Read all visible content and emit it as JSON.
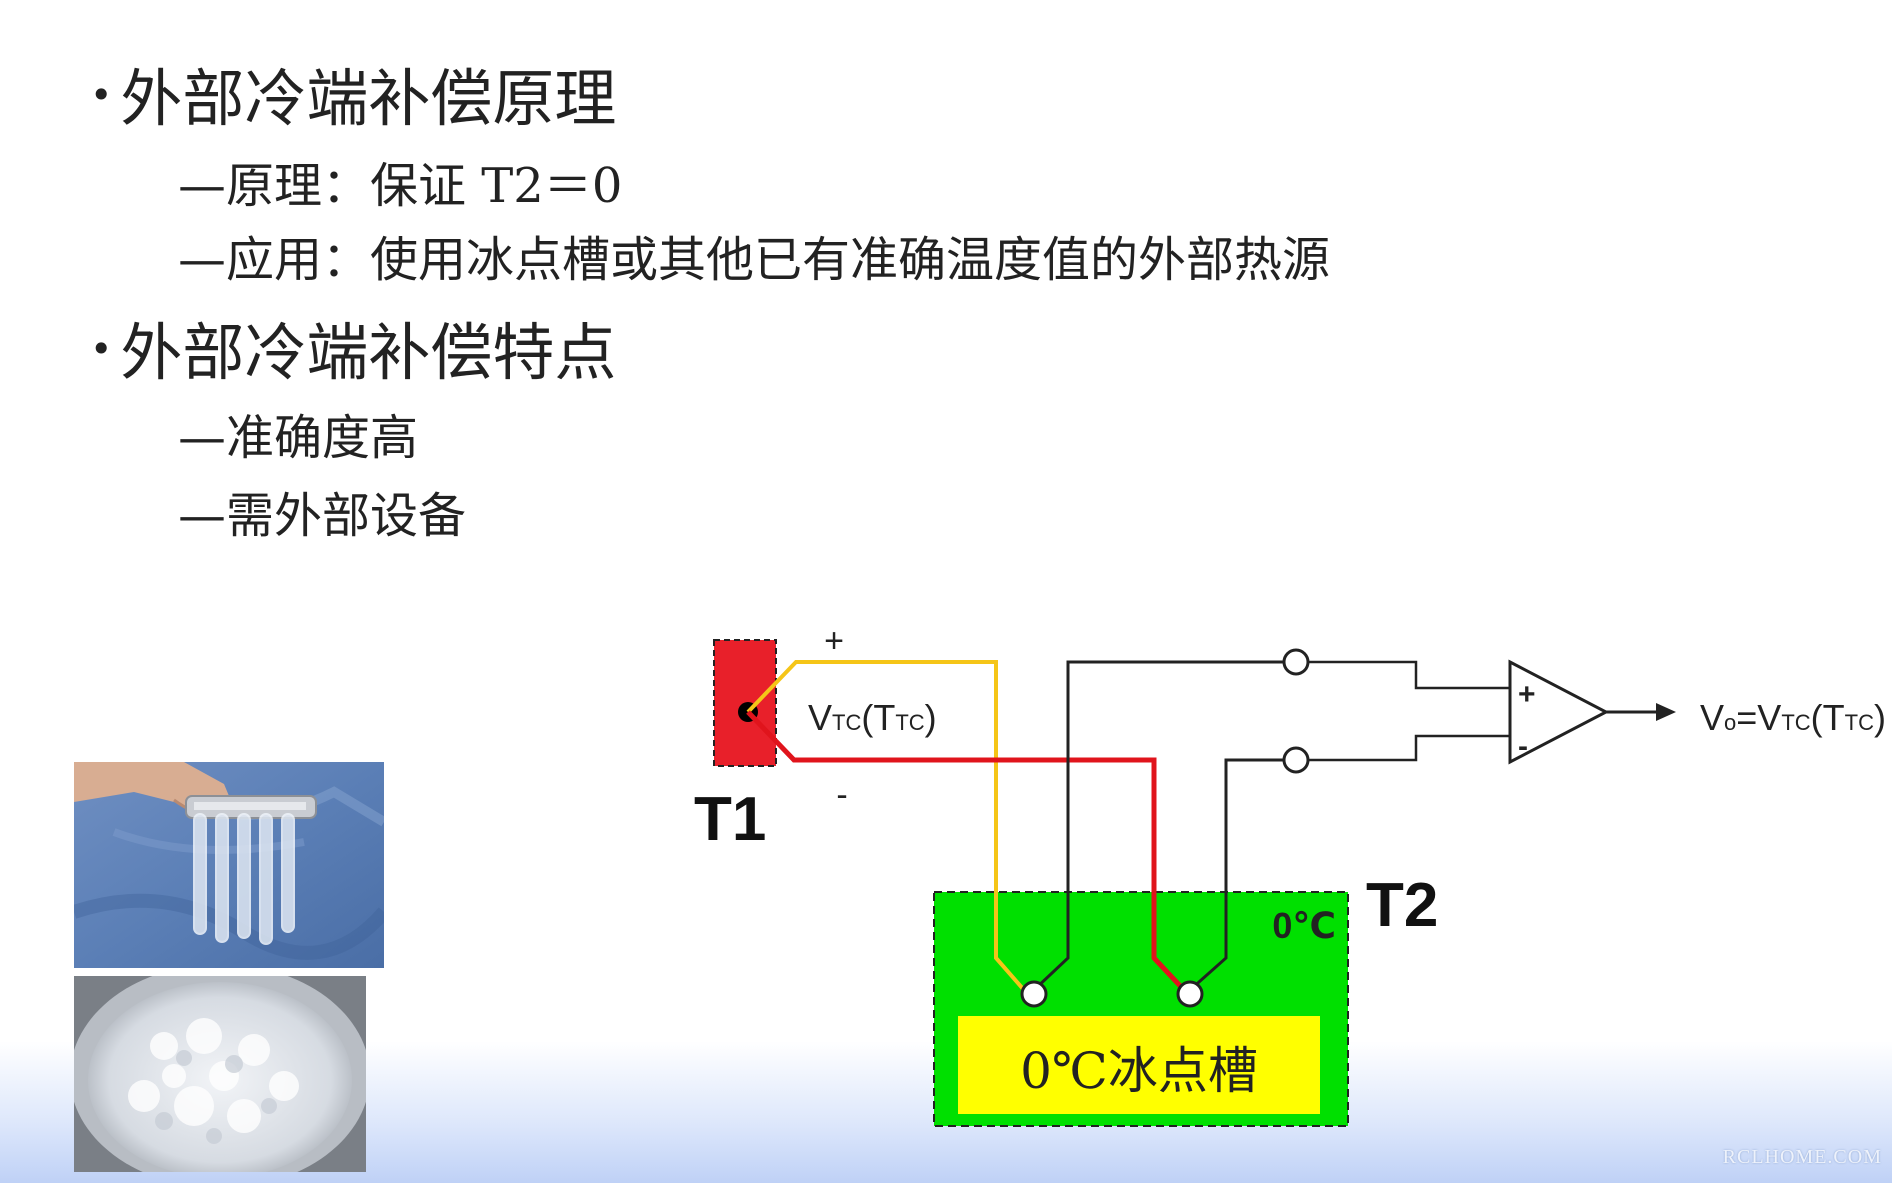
{
  "bullets": [
    {
      "text": "外部冷端补偿原理",
      "subs": [
        "原理：保证 T2＝0",
        "应用：使用冰点槽或其他已有准确温度值的外部热源"
      ]
    },
    {
      "text": "外部冷端补偿特点",
      "subs": [
        "准确度高",
        "需外部设备"
      ]
    }
  ],
  "glyphs": {
    "bullet": "•",
    "dash": "—"
  },
  "diagram": {
    "t1_label": "T1",
    "t2_label": "T2",
    "plus_sign": "+",
    "minus_sign": "-",
    "vtc": {
      "main": "V",
      "sub": "TC",
      "paren_open": "(T",
      "paren_sub": "TC",
      "paren_close": ")"
    },
    "output": {
      "v": "V",
      "o_sub": "o",
      "eq": "=V",
      "sub": "TC",
      "paren_open": "(T",
      "paren_sub": "TC",
      "paren_close": ")"
    },
    "opamp_plus": "+",
    "opamp_minus": "-",
    "bath_temp": "0℃",
    "bath_label": "0℃冰点槽",
    "colors": {
      "t1_box": "#e8202a",
      "wire_positive": "#f5c518",
      "wire_negative": "#e0141c",
      "wire_copper": "#222222",
      "bath_outer": "#00e000",
      "bath_inner": "#ffff00"
    }
  },
  "watermark": "RCLHOME.COM"
}
